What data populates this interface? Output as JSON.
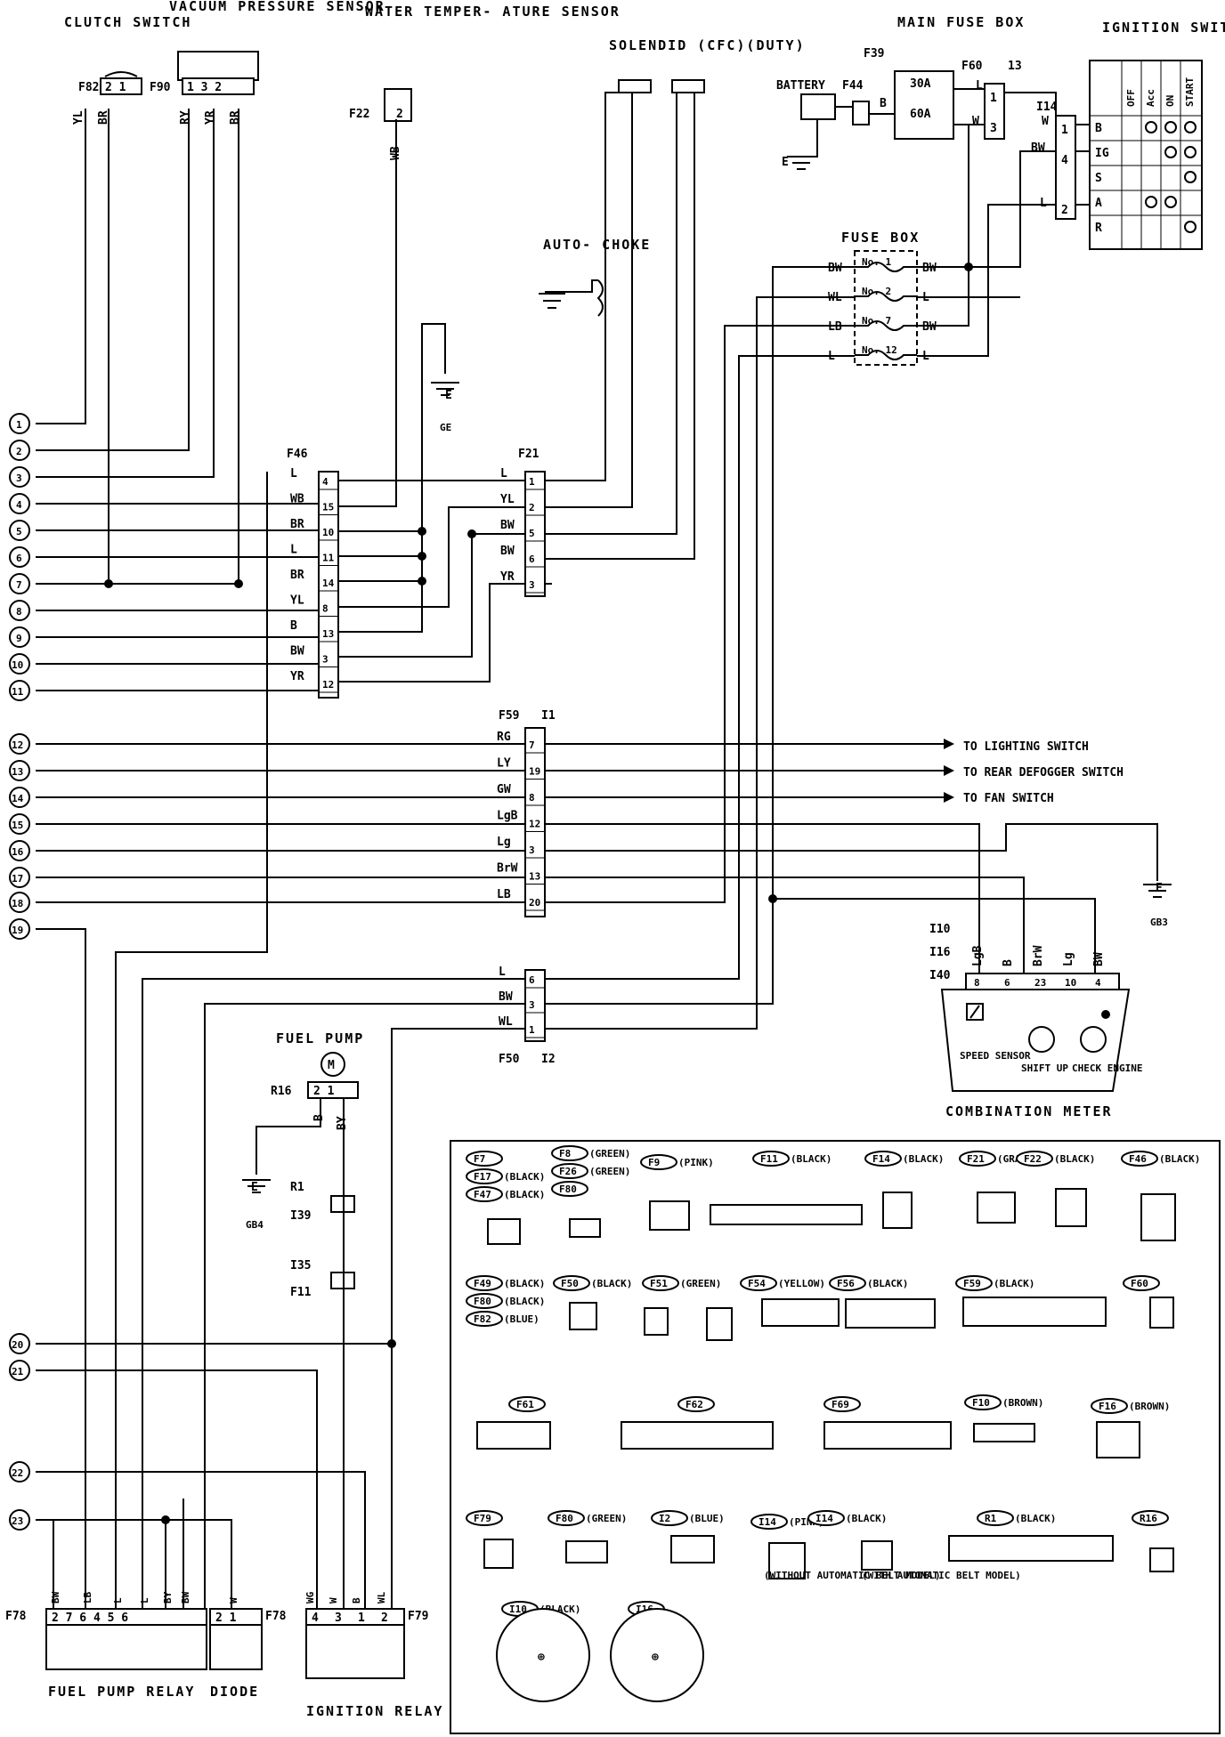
{
  "components": {
    "clutch_switch": "CLUTCH SWITCH",
    "vacuum_sensor": "VACUUM PRESSURE SENSOR",
    "water_temp": "WATER TEMPER- ATURE SENSOR",
    "solenoid": "SOLENDID (CFC)(DUTY)",
    "main_fuse_box": "MAIN FUSE BOX",
    "ignition_switch": "IGNITION SWITCH",
    "battery": "BATTERY",
    "auto_choke": "AUTO- CHOKE",
    "fuse_box": "FUSE BOX",
    "fuel_pump": "FUEL PUMP",
    "combination_meter": "COMBINATION METER",
    "speed_sensor": "SPEED SENSOR",
    "shift_up": "SHIFT UP",
    "check_engine": "CHECK ENGINE",
    "fuel_pump_relay": "FUEL PUMP RELAY",
    "diode": "DIODE",
    "ignition_relay": "IGNITION RELAY"
  },
  "fuse": {
    "f30a": "30A",
    "f60a": "60A",
    "no1": "No. 1",
    "no2": "No. 2",
    "no7": "No. 7",
    "no12": "No. 12"
  },
  "ignition_positions": [
    "OFF",
    "Acc",
    "ON",
    "START"
  ],
  "ignition_terminals": [
    "B",
    "IG",
    "S",
    "A",
    "R"
  ],
  "destinations": {
    "lighting": "TO LIGHTING SWITCH",
    "defogger": "TO REAR DEFOGGER SWITCH",
    "fan": "TO FAN SWITCH"
  },
  "left_numbers": [
    "1",
    "2",
    "3",
    "4",
    "5",
    "6",
    "7",
    "8",
    "9",
    "10",
    "11",
    "12",
    "13",
    "14",
    "15",
    "16",
    "17",
    "18",
    "19",
    "20",
    "21",
    "22",
    "23"
  ],
  "connectors": {
    "f82": "F82",
    "f90": "F90",
    "f22": "F22",
    "f39": "F39",
    "f60": "F60",
    "c13": "13",
    "f44": "F44",
    "i14": "I14",
    "f46": "F46",
    "f21": "F21",
    "f59": "F59",
    "i1": "I1",
    "f50": "F50",
    "i2": "I2",
    "r16": "R16",
    "r1": "R1",
    "i39": "I39",
    "i35": "I35",
    "f11": "F11",
    "f78": "F78",
    "f79": "F79",
    "i10": "I10",
    "i16": "I16",
    "i40": "I40",
    "ge": "GE",
    "gb3": "GB3",
    "gb4": "GB4",
    "e": "E"
  },
  "f46_rows": [
    {
      "color": "L",
      "pin": "4"
    },
    {
      "color": "WB",
      "pin": "15"
    },
    {
      "color": "BR",
      "pin": "10"
    },
    {
      "color": "L",
      "pin": "11"
    },
    {
      "color": "BR",
      "pin": "14"
    },
    {
      "color": "YL",
      "pin": "8"
    },
    {
      "color": "B",
      "pin": "13"
    },
    {
      "color": "BW",
      "pin": "3"
    },
    {
      "color": "YR",
      "pin": "12"
    }
  ],
  "f21_rows": [
    {
      "color": "L",
      "pin": "1"
    },
    {
      "color": "YL",
      "pin": "2"
    },
    {
      "color": "BW",
      "pin": "5"
    },
    {
      "color": "BW",
      "pin": "6"
    },
    {
      "color": "YR",
      "pin": "3"
    }
  ],
  "f59_rows": [
    {
      "color": "RG",
      "pin": "7"
    },
    {
      "color": "LY",
      "pin": "19"
    },
    {
      "color": "GW",
      "pin": "8"
    },
    {
      "color": "LgB",
      "pin": "12"
    },
    {
      "color": "Lg",
      "pin": "3"
    },
    {
      "color": "BrW",
      "pin": "13"
    },
    {
      "color": "LB",
      "pin": "20"
    }
  ],
  "f50_rows": [
    {
      "color": "L",
      "pin": "6"
    },
    {
      "color": "BW",
      "pin": "3"
    },
    {
      "color": "WL",
      "pin": "1"
    }
  ],
  "fuse_rows": [
    {
      "in": "BW",
      "out": "BW"
    },
    {
      "in": "WL",
      "out": "L"
    },
    {
      "in": "LB",
      "out": "BW"
    },
    {
      "in": "L",
      "out": "L"
    }
  ],
  "meter_pins": [
    "8",
    "6",
    "23",
    "10",
    "4"
  ],
  "meter_colors": [
    "LgB",
    "B",
    "BrW",
    "Lg",
    "BW"
  ],
  "relay_pins": [
    "4",
    "3",
    "1",
    "2"
  ],
  "relay_colors": [
    "BW",
    "LB",
    "L",
    "L",
    "BY",
    "BW",
    "W",
    "WG",
    "W",
    "B",
    "WL"
  ],
  "legend": [
    {
      "id": "F7",
      "note": ""
    },
    {
      "id": "F17",
      "note": "(BLACK)"
    },
    {
      "id": "F47",
      "note": "(BLACK)"
    },
    {
      "id": "F8",
      "note": "(GREEN)"
    },
    {
      "id": "F26",
      "note": "(GREEN)"
    },
    {
      "id": "F80",
      "note": ""
    },
    {
      "id": "F9",
      "note": "(PINK)"
    },
    {
      "id": "F11",
      "note": "(BLACK)"
    },
    {
      "id": "F14",
      "note": "(BLACK)"
    },
    {
      "id": "F21",
      "note": "(GRAY)"
    },
    {
      "id": "F22",
      "note": "(BLACK)"
    },
    {
      "id": "F46",
      "note": "(BLACK)"
    },
    {
      "id": "F49",
      "note": "(BLACK)"
    },
    {
      "id": "F80",
      "note": "(BLACK)"
    },
    {
      "id": "F82",
      "note": "(BLUE)"
    },
    {
      "id": "F50",
      "note": "(BLACK)"
    },
    {
      "id": "F51",
      "note": "(GREEN)"
    },
    {
      "id": "F54",
      "note": "(YELLOW)"
    },
    {
      "id": "F56",
      "note": "(BLACK)"
    },
    {
      "id": "F59",
      "note": "(BLACK)"
    },
    {
      "id": "F60",
      "note": ""
    },
    {
      "id": "F61",
      "note": ""
    },
    {
      "id": "F62",
      "note": ""
    },
    {
      "id": "F69",
      "note": ""
    },
    {
      "id": "F10",
      "note": "(BROWN)"
    },
    {
      "id": "F16",
      "note": "(BROWN)"
    },
    {
      "id": "F79",
      "note": ""
    },
    {
      "id": "F80",
      "note": "(GREEN)"
    },
    {
      "id": "I2",
      "note": "(BLUE)"
    },
    {
      "id": "I14",
      "note": "(PINK)"
    },
    {
      "id": "I14",
      "note": "(BLACK)"
    },
    {
      "id": "R1",
      "note": "(BLACK)"
    },
    {
      "id": "R16",
      "note": ""
    },
    {
      "id": "I10",
      "note": "(BLACK)"
    },
    {
      "id": "I16",
      "note": ""
    }
  ],
  "legend_notes": {
    "without": "(WITHOUT AUTOMATIC BELT MODEL)",
    "with": "(WITH AUTOMATIC BELT MODEL)"
  }
}
